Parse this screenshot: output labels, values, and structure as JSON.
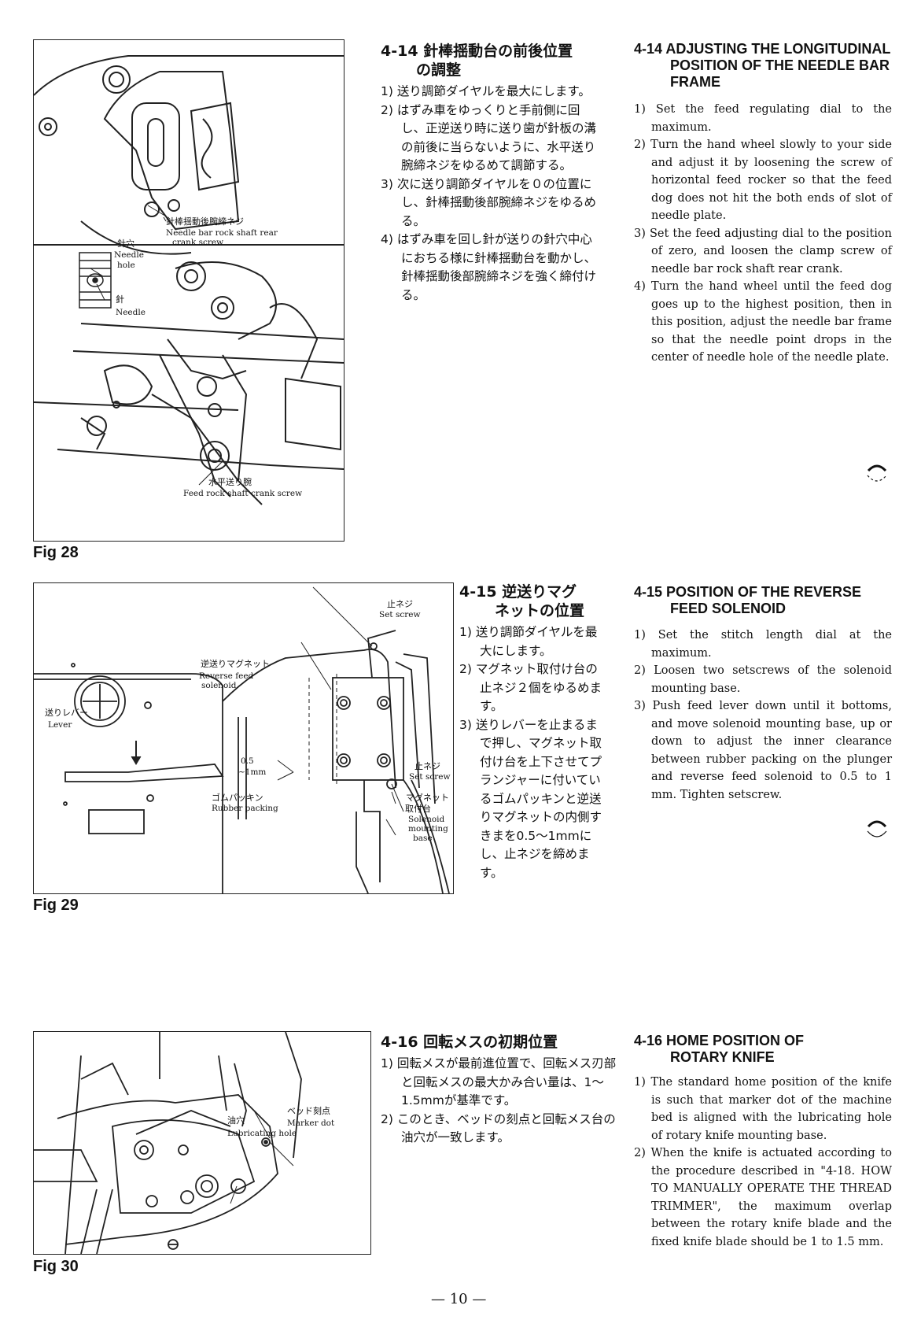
{
  "page_number": "— 10 —",
  "figures": [
    {
      "label": "Fig 28",
      "callouts": {
        "jp_rock": "針棒揺動後腕締ネジ",
        "en_rock": "Needle bar rock shaft rear",
        "en_rock2": "crank screw",
        "jp_hole": "針穴",
        "en_hole1": "Needle",
        "en_hole2": "hole",
        "jp_needle": "針",
        "en_needle": "Needle",
        "jp_feed": "水平送り腕",
        "en_feed": "Feed rock shaft crank screw"
      }
    },
    {
      "label": "Fig 29",
      "callouts": {
        "jp_set1": "止ネジ",
        "en_set1": "Set screw",
        "jp_rev": "逆送りマグネット",
        "en_rev1": "Reverse feed",
        "en_rev2": "solenoid",
        "jp_lever": "送りレバー",
        "en_lever": "Lever",
        "gap1": "0.5",
        "gap2": "~1mm",
        "jp_set2": "止ネジ",
        "en_set2": "Set screw",
        "jp_rubber": "ゴムパッキン",
        "en_rubber": "Rubber packing",
        "jp_base1": "マグネット",
        "jp_base2": "取付台",
        "en_base1": "Solenoid",
        "en_base2": "mounting",
        "en_base3": "base"
      }
    },
    {
      "label": "Fig 30",
      "callouts": {
        "jp_marker": "ベッド刻点",
        "en_marker": "Marker dot",
        "jp_lub": "油穴",
        "en_lub": "Lubricating hole"
      }
    }
  ],
  "sections": [
    {
      "jp_title_line1": "4-14 針棒揺動台の前後位置",
      "jp_title_line2": "の調整",
      "jp_items": [
        "1) 送り調節ダイヤルを最大にします。",
        "2) はずみ車をゆっくりと手前側に回し、正逆送り時に送り歯が針板の溝の前後に当らないように、水平送り腕締ネジをゆるめて調節する。",
        "3) 次に送り調節ダイヤルを０の位置にし、針棒揺動後部腕締ネジをゆるめる。",
        "4) はずみ車を回し針が送りの針穴中心におちる様に針棒揺動台を動かし、針棒揺動後部腕締ネジを強く締付ける。"
      ],
      "en_title_line1": "4-14 ADJUSTING THE LONGITUDINAL",
      "en_title_line2": "POSITION OF THE NEEDLE BAR",
      "en_title_line3": "FRAME",
      "en_items": [
        "1) Set the feed regulating dial to the maximum.",
        "2) Turn the hand wheel slowly to your side and adjust it by loosening the screw of horizontal feed rocker so that the feed dog does not hit the both ends of slot of needle plate.",
        "3) Set the feed adjusting dial to the position of zero, and loosen the clamp screw of needle bar rock shaft rear crank.",
        "4) Turn the hand wheel until the feed dog goes up to the highest position, then in this position, adjust the needle bar frame so that the needle point drops in the center of needle hole of the needle plate."
      ]
    },
    {
      "jp_title_line1": "4-15 逆送りマグ",
      "jp_title_line2": "ネットの位置",
      "jp_items": [
        "1) 送り調節ダイヤルを最大にします。",
        "2) マグネット取付け台の止ネジ２個をゆるめます。",
        "3) 送りレバーを止まるまで押し、マグネット取付け台を上下させてプランジャーに付いているゴムパッキンと逆送りマグネットの内側すきまを0.5～1mmにし、止ネジを締めます。"
      ],
      "en_title_line1": "4-15 POSITION OF THE REVERSE",
      "en_title_line2": "FEED SOLENOID",
      "en_items": [
        "1) Set the stitch length dial at the maximum.",
        "2) Loosen two setscrews of the solenoid mounting base.",
        "3) Push feed lever down until it bottoms, and move solenoid mounting base, up or down to adjust the inner clearance between rubber packing on the plunger and reverse feed solenoid to 0.5 to 1 mm. Tighten setscrew."
      ]
    },
    {
      "jp_title_line1": "4-16 回転メスの初期位置",
      "jp_items": [
        "1) 回転メスが最前進位置で、回転メス刃部と回転メスの最大かみ合い量は、1～1.5mmが基準です。",
        "2) このとき、ベッドの刻点と回転メス台の油穴が一致します。"
      ],
      "en_title_line1": "4-16 HOME POSITION OF",
      "en_title_line2": "ROTARY KNIFE",
      "en_items": [
        "1) The standard home position of the knife is such that marker dot of the machine bed is aligned with the lubricating hole of rotary knife mounting base.",
        "2) When the knife is actuated according to the procedure described in \"4-18. HOW TO MANUALLY OPERATE THE THREAD TRIMMER\", the maximum overlap between the rotary knife blade and the fixed knife blade should be 1 to 1.5 mm."
      ]
    }
  ]
}
